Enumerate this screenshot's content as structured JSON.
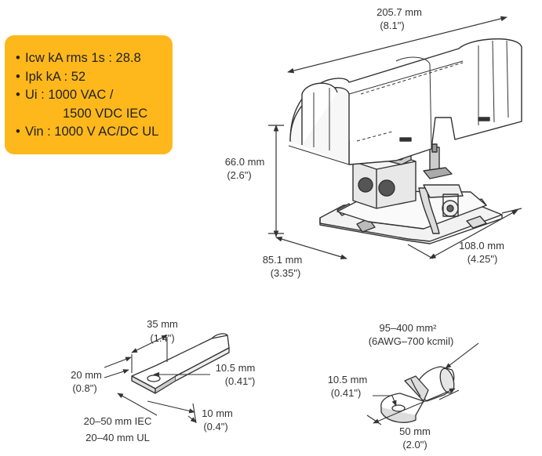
{
  "specs": [
    {
      "text": "Icw kA rms 1s : 28.8",
      "bullet": true
    },
    {
      "text": "Ipk kA : 52",
      "bullet": true
    },
    {
      "text": "Ui : 1000 VAC /",
      "bullet": true
    },
    {
      "text": "1500 VDC IEC",
      "bullet": false
    },
    {
      "text": "Vin : 1000 V AC/DC UL",
      "bullet": true
    }
  ],
  "main_dims": {
    "length_mm": "205.7 mm",
    "length_in": "(8.1\")",
    "height_mm": "66.0 mm",
    "height_in": "(2.6\")",
    "depth_mm": "85.1 mm",
    "depth_in": "(3.35\")",
    "width_mm": "108.0 mm",
    "width_in": "(4.25\")"
  },
  "busbar_dims": {
    "length_mm": "35 mm",
    "length_in": "(1.4\")",
    "width_mm": "20 mm",
    "width_in": "(0.8\")",
    "hole_mm": "10.5 mm",
    "hole_in": "(0.41\")",
    "thick_mm": "10 mm",
    "thick_in": "(0.4\")",
    "range_iec": "20–50 mm IEC",
    "range_ul": "20–40 mm UL"
  },
  "lug_dims": {
    "section_mm": "95–400 mm²",
    "section_awg": "(6AWG–700 kcmil)",
    "hole_mm": "10.5 mm",
    "hole_in": "(0.41\")",
    "length_mm": "50 mm",
    "length_in": "(2.0\")"
  },
  "colors": {
    "accent": "#ffb81c",
    "line": "#333333"
  }
}
